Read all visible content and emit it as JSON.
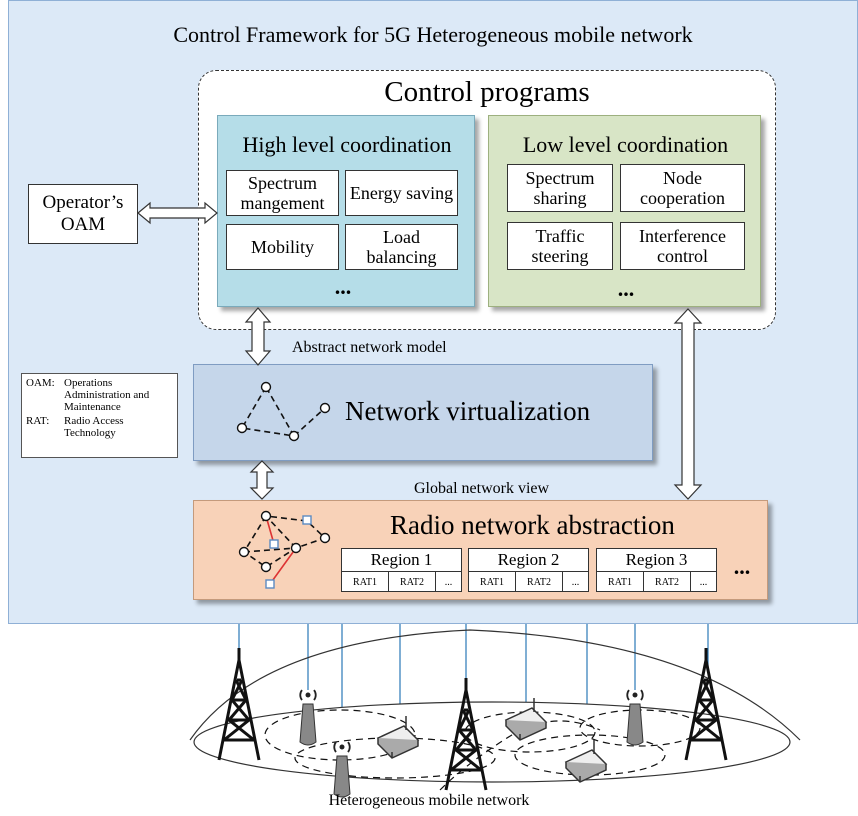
{
  "title": "Control Framework for 5G Heterogeneous mobile network",
  "control_programs": {
    "title": "Control programs",
    "high_level": {
      "title": "High level coordination",
      "cells": [
        "Spectrum mangement",
        "Energy saving",
        "Mobility",
        "Load balancing"
      ],
      "more": "..."
    },
    "low_level": {
      "title": "Low level coordination",
      "cells": [
        "Spectrum sharing",
        "Node cooperation",
        "Traffic steering",
        "Interference control"
      ],
      "more": "..."
    }
  },
  "oam": "Operator’s OAM",
  "legend": {
    "rows": [
      {
        "key": "OAM:",
        "text": "Operations Administration and Maintenance"
      },
      {
        "key": "RAT:",
        "text": "Radio Access Technology"
      }
    ]
  },
  "abstract_model_label": "Abstract network model",
  "network_virtualization": "Network virtualization",
  "global_view_label": "Global network view",
  "radio_abstraction": {
    "title": "Radio network abstraction",
    "regions": [
      {
        "name": "Region 1",
        "rats": [
          "RAT1",
          "RAT2",
          "..."
        ]
      },
      {
        "name": "Region 2",
        "rats": [
          "RAT1",
          "RAT2",
          "..."
        ]
      },
      {
        "name": "Region 3",
        "rats": [
          "RAT1",
          "RAT2",
          "..."
        ]
      }
    ],
    "more": "..."
  },
  "bottom_caption": "Heterogeneous mobile network"
}
